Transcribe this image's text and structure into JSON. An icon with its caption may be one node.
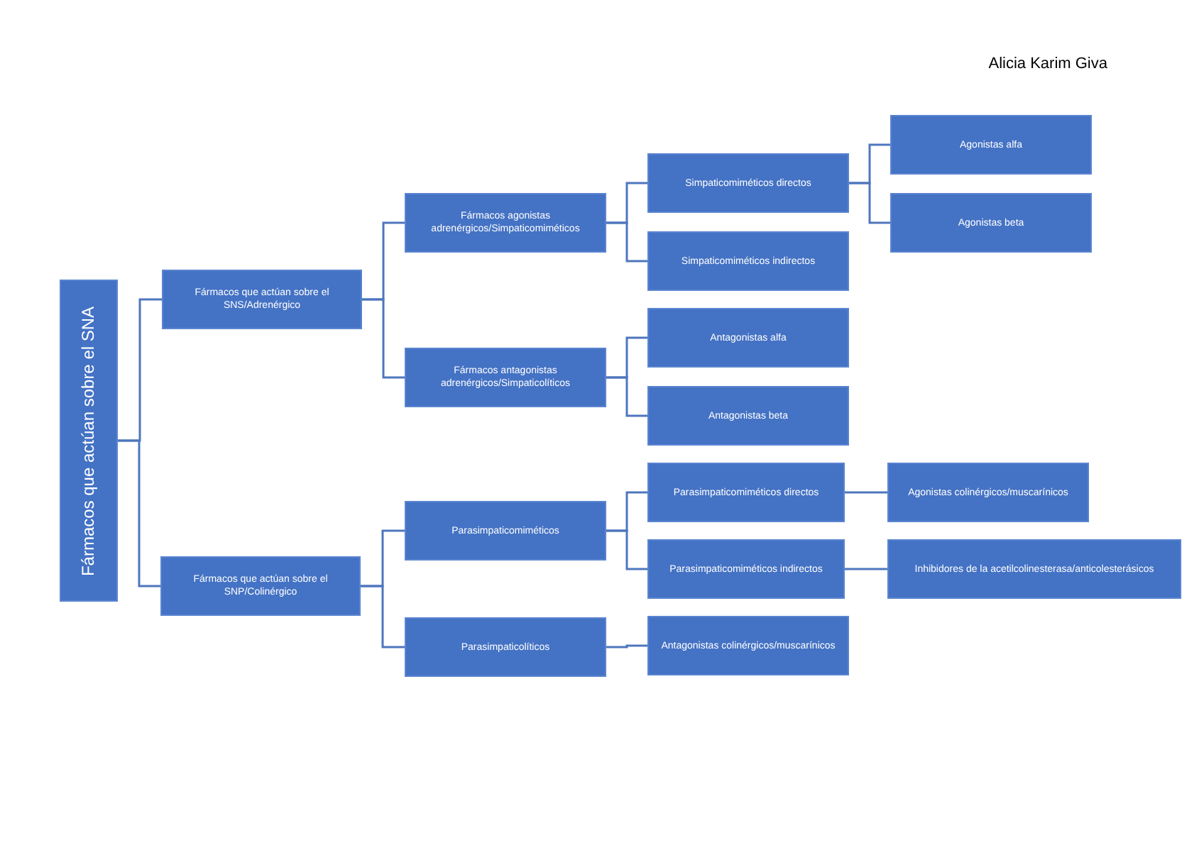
{
  "diagram": {
    "nodes": [
      {
        "text": [
          "Fármacos que actúan sobre el SNA"
        ]
      },
      {
        "text": [
          "Fármacos que actúan sobre el SNS/Adrenérgico"
        ]
      },
      {
        "text": [
          "Fármacos que actúan sobre el SNP/Colinérgico"
        ]
      },
      {
        "text": [
          "Fármacos agonistas adrenérgicos/Simpaticomiméticos"
        ]
      },
      {
        "text": [
          "Fármacos antagonistas adrenérgicos/Simpaticolíticos"
        ]
      },
      {
        "text": [
          "Parasimpaticomiméticos"
        ]
      },
      {
        "text": [
          "Parasimpaticolíticos"
        ]
      },
      {
        "text": [
          "Simpaticomiméticos directos"
        ]
      },
      {
        "text": [
          "Simpaticomiméticos indirectos"
        ]
      },
      {
        "text": [
          "Antagonistas alfa"
        ]
      },
      {
        "text": [
          "Antagonistas beta"
        ]
      },
      {
        "text": [
          "Parasimpaticomiméticos directos"
        ]
      },
      {
        "text": [
          "Parasimpaticomiméticos indirectos"
        ]
      },
      {
        "text": [
          "Antagonistas colinérgicos/muscarínicos"
        ]
      },
      {
        "text": [
          "Agonistas alfa"
        ]
      },
      {
        "text": [
          "Agonistas beta"
        ]
      },
      {
        "text": [
          "Agonistas colinérgicos/muscarínicos"
        ]
      },
      {
        "text": [
          "Inhibidores de la acetilcolinesterasa/anticolesterásicos"
        ]
      }
    ],
    "edges": [
      {
        "from": 0,
        "to": 1,
        "arrow": "none"
      },
      {
        "from": 0,
        "to": 2,
        "arrow": "none"
      },
      {
        "from": 1,
        "to": 3,
        "arrow": "none"
      },
      {
        "from": 1,
        "to": 4,
        "arrow": "none"
      },
      {
        "from": 2,
        "to": 5,
        "arrow": "none"
      },
      {
        "from": 2,
        "to": 6,
        "arrow": "none"
      },
      {
        "from": 3,
        "to": 7,
        "arrow": "none"
      },
      {
        "from": 3,
        "to": 8,
        "arrow": "none"
      },
      {
        "from": 4,
        "to": 9,
        "arrow": "none"
      },
      {
        "from": 4,
        "to": 10,
        "arrow": "none"
      },
      {
        "from": 5,
        "to": 11,
        "arrow": "none"
      },
      {
        "from": 5,
        "to": 12,
        "arrow": "none"
      },
      {
        "from": 6,
        "to": 13,
        "arrow": "none"
      },
      {
        "from": 7,
        "to": 14,
        "arrow": "none"
      },
      {
        "from": 7,
        "to": 15,
        "arrow": "none"
      },
      {
        "from": 11,
        "to": 16,
        "arrow": "none"
      },
      {
        "from": 12,
        "to": 17,
        "arrow": "none"
      }
    ],
    "labels": [
      "Alicia Karim Giva"
    ]
  }
}
